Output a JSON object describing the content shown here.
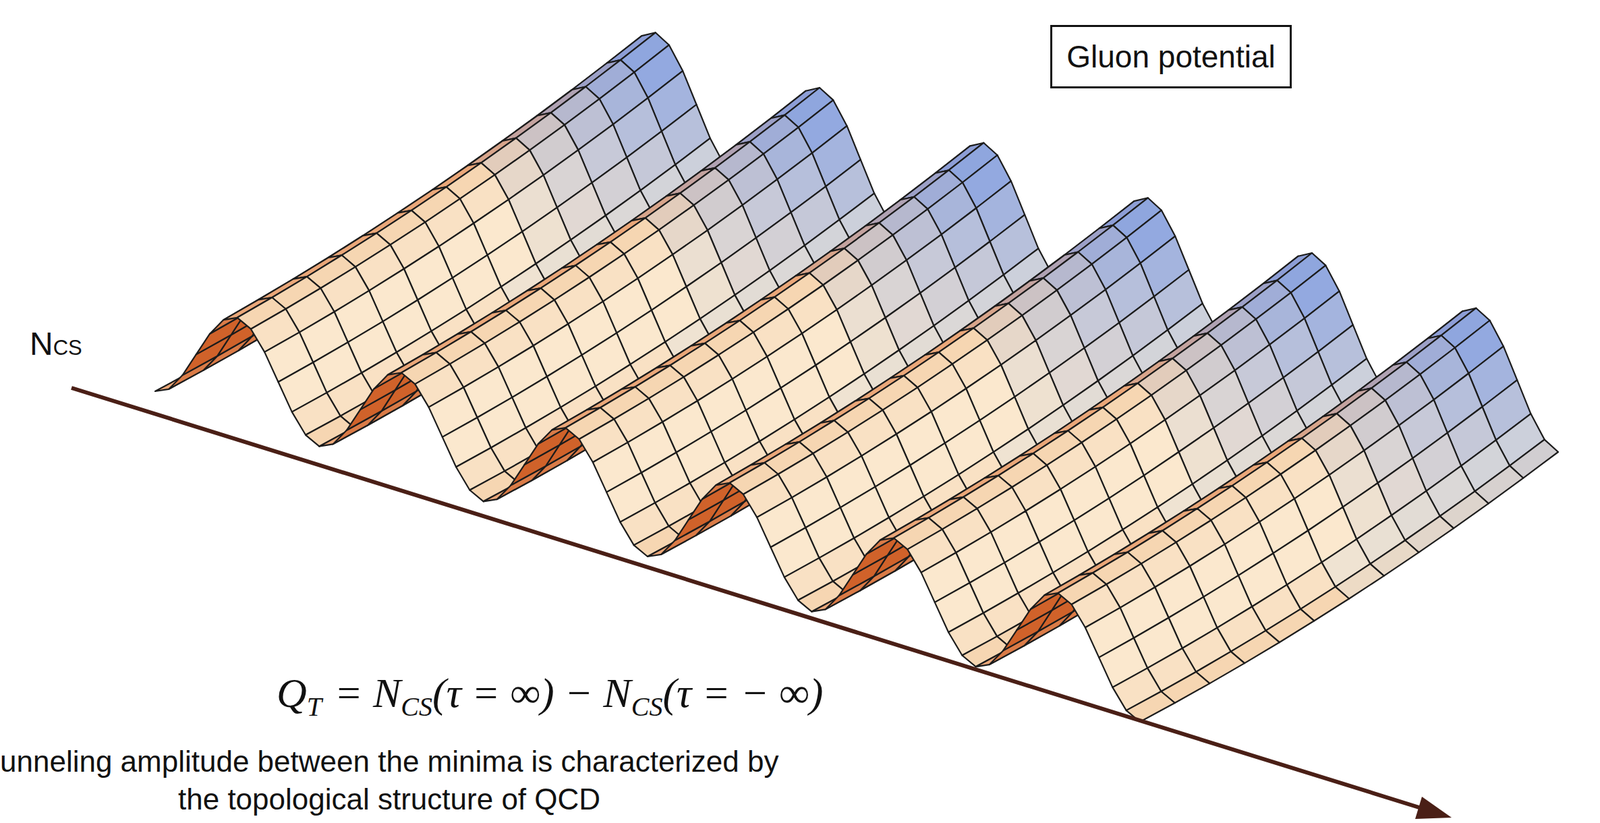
{
  "diagram": {
    "nodes": [
      {
        "text": [
          "Gluon potential"
        ]
      }
    ],
    "labels": [
      "N",
      "CS",
      "Q",
      "T",
      "= N",
      "CS",
      "(τ = ∞) − N",
      "CS",
      "(τ = − ∞)",
      "unneling amplitude between the minima is characterized by",
      "the topological structure of QCD"
    ]
  }
}
